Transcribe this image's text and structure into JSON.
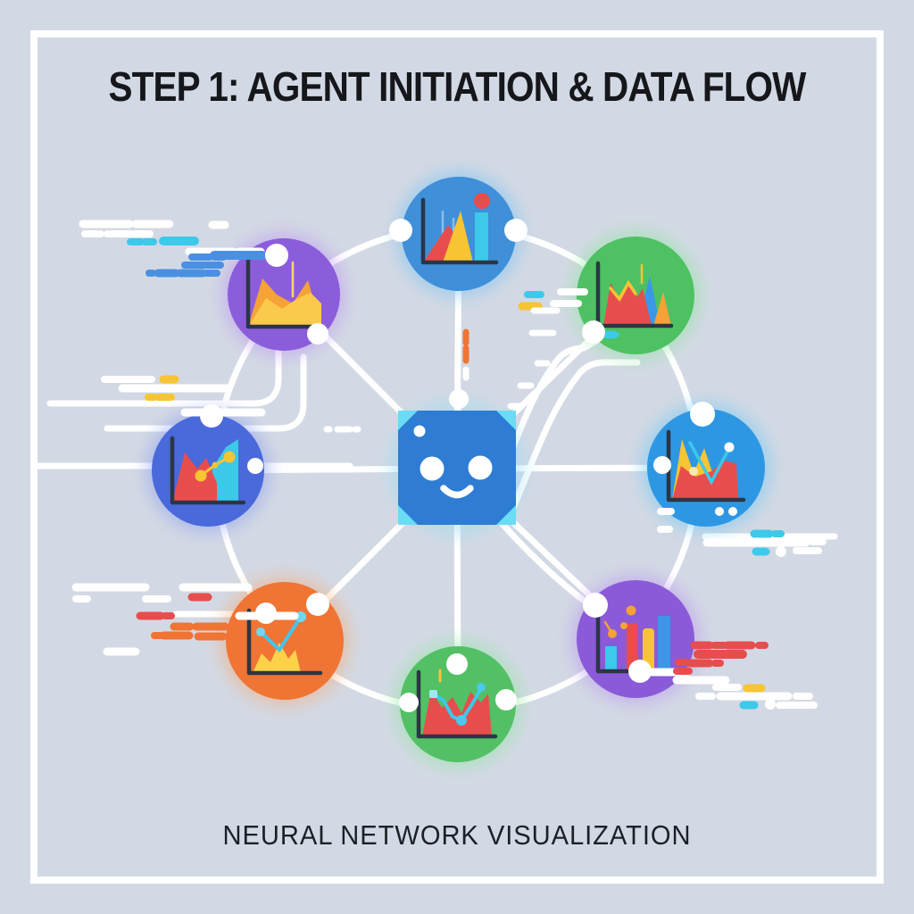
{
  "title": "STEP 1: AGENT INITIATION & DATA FLOW",
  "footer": "NEURAL NETWORK VISUALIZATION",
  "palette": {
    "background": "#d3d9e4",
    "frame": "#ffffff",
    "wire": "#ffffff",
    "title_text": "#15171b",
    "footer_text": "#1c2026",
    "axis": "#2b3644",
    "red": "#e84d4d",
    "yellow": "#f7c433",
    "gold": "#f5a236",
    "cyan": "#3cc9ea",
    "blue": "#3b97e8",
    "blue_dash": "#4a90e2",
    "orange": "#f07434",
    "white": "#ffffff"
  },
  "hub": {
    "name": "agent-core-robot",
    "shell_color": "#2fc3ec",
    "body_color": "#2e7cd3",
    "facet_color": "#6adcf5",
    "face_color": "#ffffff"
  },
  "nodes": [
    {
      "id": "node-top",
      "chart": "area-bar",
      "color": "#3f8fd9",
      "glow": "#6cc0f5"
    },
    {
      "id": "node-top-right",
      "chart": "multi-peak",
      "color": "#4ec163",
      "glow": "#86e79a"
    },
    {
      "id": "node-right",
      "chart": "dual-area-line",
      "color": "#2e97e3",
      "glow": "#63c6f6"
    },
    {
      "id": "node-bottom-right",
      "chart": "bars-scatter",
      "color": "#8a5ad8",
      "glow": "#b78df3"
    },
    {
      "id": "node-bottom",
      "chart": "peaks-line",
      "color": "#53c065",
      "glow": "#8ae79b"
    },
    {
      "id": "node-bottom-left",
      "chart": "line-dots",
      "color": "#f07434",
      "glow": "#f9a66b"
    },
    {
      "id": "node-left",
      "chart": "mountain-dots",
      "color": "#4a69da",
      "glow": "#8498f2"
    },
    {
      "id": "node-top-left",
      "chart": "mountain-line",
      "color": "#8c5ddb",
      "glow": "#b98ff4"
    }
  ]
}
